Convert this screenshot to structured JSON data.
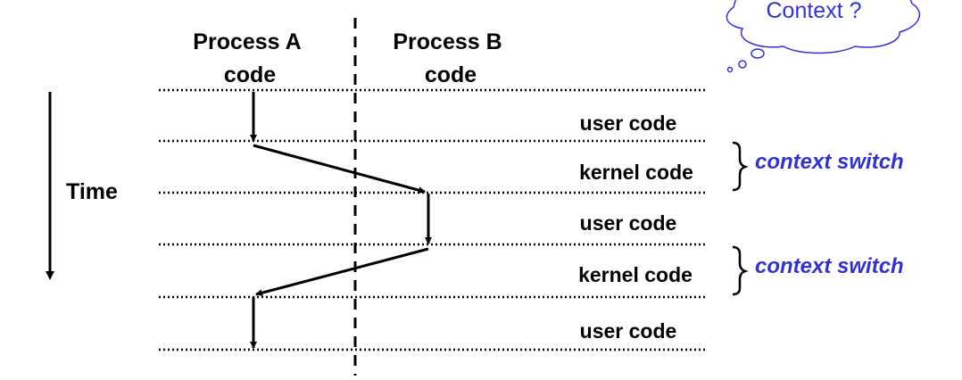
{
  "header": {
    "process_a": [
      "Process A",
      "code"
    ],
    "process_b": [
      "Process B",
      "code"
    ]
  },
  "time_label": "Time",
  "segments": [
    {
      "label": "user code"
    },
    {
      "label": "kernel code"
    },
    {
      "label": "user code"
    },
    {
      "label": "kernel code"
    },
    {
      "label": "user code"
    }
  ],
  "context_switch_label": "context switch",
  "cloud": {
    "text": "Context ?"
  },
  "colors": {
    "accent": "#3333cc",
    "ink": "#000000"
  }
}
